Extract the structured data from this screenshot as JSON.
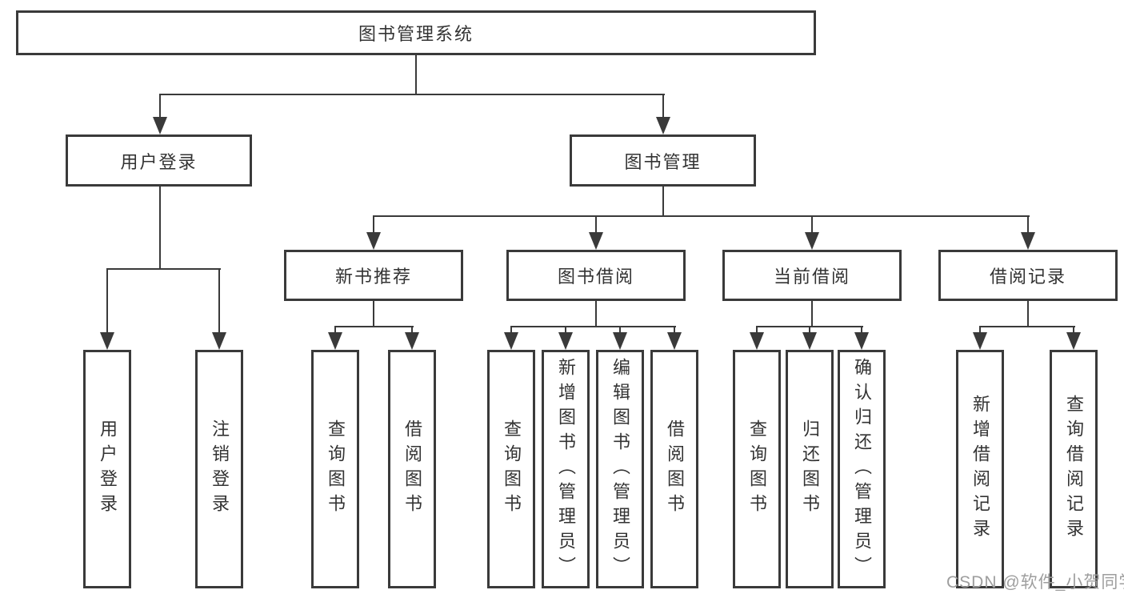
{
  "diagram": {
    "root": {
      "label": "图书管理系统"
    },
    "branches": [
      {
        "label": "用户登录",
        "children": [
          {
            "label": "用户登录"
          },
          {
            "label": "注销登录"
          }
        ]
      },
      {
        "label": "图书管理",
        "children": [
          {
            "label": "新书推荐",
            "children": [
              {
                "label": "查询图书"
              },
              {
                "label": "借阅图书"
              }
            ]
          },
          {
            "label": "图书借阅",
            "children": [
              {
                "label": "查询图书"
              },
              {
                "label": "新增图书（管理员）"
              },
              {
                "label": "编辑图书（管理员）"
              },
              {
                "label": "借阅图书"
              }
            ]
          },
          {
            "label": "当前借阅",
            "children": [
              {
                "label": "查询图书"
              },
              {
                "label": "归还图书"
              },
              {
                "label": "确认归还（管理员）"
              }
            ]
          },
          {
            "label": "借阅记录",
            "children": [
              {
                "label": "新增借阅记录"
              },
              {
                "label": "查询借阅记录"
              }
            ]
          }
        ]
      }
    ]
  },
  "watermark": "CSDN @软件_小贺同学",
  "colors": {
    "line": "#3a3a3a",
    "text": "#333333",
    "watermark": "#9e9e9e",
    "background": "#ffffff"
  }
}
